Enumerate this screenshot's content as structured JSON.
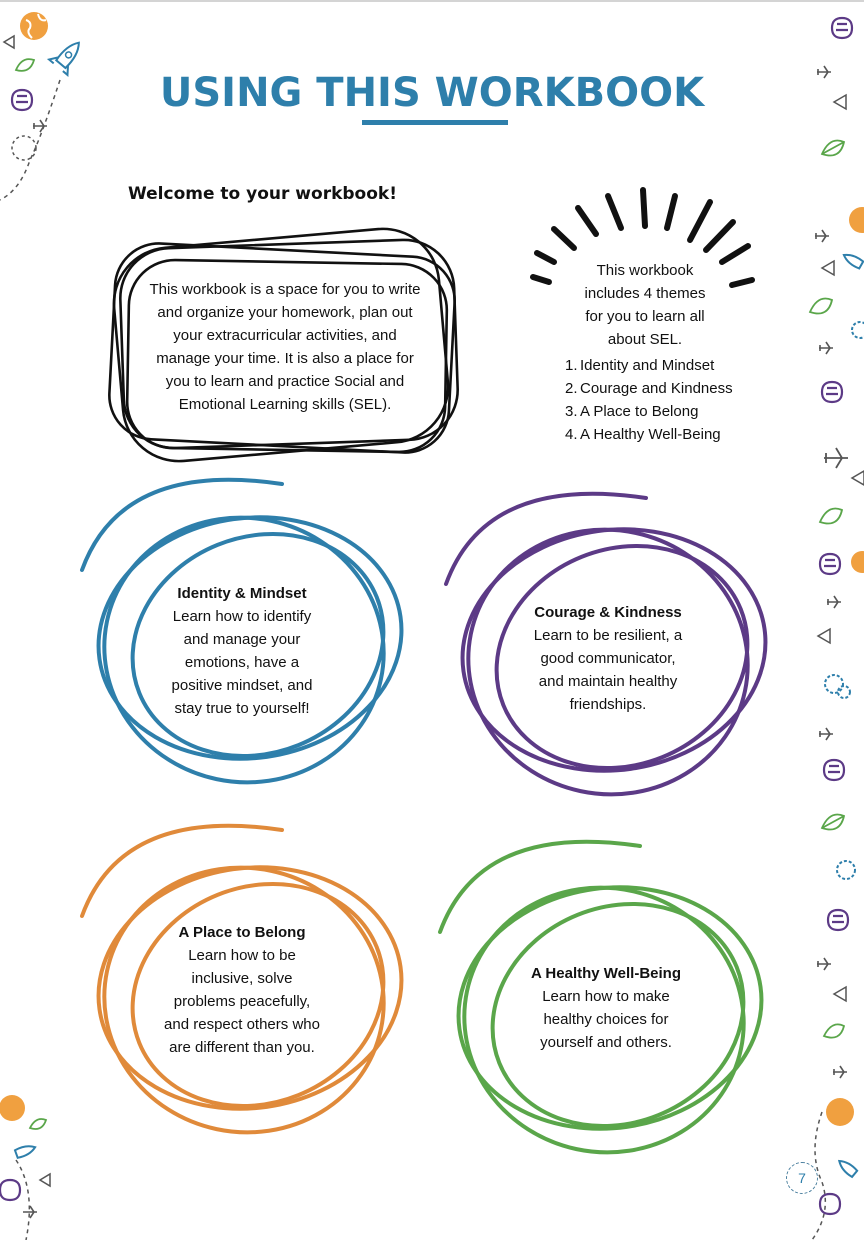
{
  "page": {
    "title": "USING THIS WORKBOOK",
    "welcome": "Welcome to your workbook!",
    "intro_lines": [
      "This workbook is a space for you to write",
      "and organize your homework, plan out",
      "your extracurricular activities, and",
      "manage your time. It is also a place for",
      "you to learn and practice Social and",
      "Emotional Learning skills (SEL)."
    ],
    "themes_intro_lines": [
      "This workbook",
      "includes 4 themes",
      "for you to learn all",
      "about SEL."
    ],
    "themes": [
      {
        "num": "1.",
        "label": "Identity and Mindset"
      },
      {
        "num": "2.",
        "label": "Courage and Kindness"
      },
      {
        "num": "3.",
        "label": "A Place to Belong"
      },
      {
        "num": "4.",
        "label": "A Healthy Well-Being"
      }
    ],
    "circles": [
      {
        "title": "Identity & Mindset",
        "lines": [
          "Learn how to identify",
          "and manage your",
          "emotions, have a",
          "positive mindset, and",
          "stay true to yourself!"
        ],
        "color": "#2e7fab"
      },
      {
        "title": "Courage & Kindness",
        "lines": [
          "Learn to be resilient, a",
          "good communicator,",
          "and maintain healthy",
          "friendships."
        ],
        "color": "#5c3a86"
      },
      {
        "title": "A Place to Belong",
        "lines": [
          "Learn how to be",
          "inclusive, solve",
          "problems peacefully,",
          "and respect others who",
          "are different than you."
        ],
        "color": "#e08a3a"
      },
      {
        "title": "A Healthy Well-Being",
        "lines": [
          "Learn how to make",
          "healthy choices for",
          "yourself and others."
        ],
        "color": "#5aa64a"
      }
    ],
    "page_number": "7",
    "icons": [
      "globe-icon",
      "rocket-icon",
      "leaf-icon",
      "airplane-icon",
      "brain-icon",
      "gears-icon",
      "paper-plane-icon"
    ]
  }
}
